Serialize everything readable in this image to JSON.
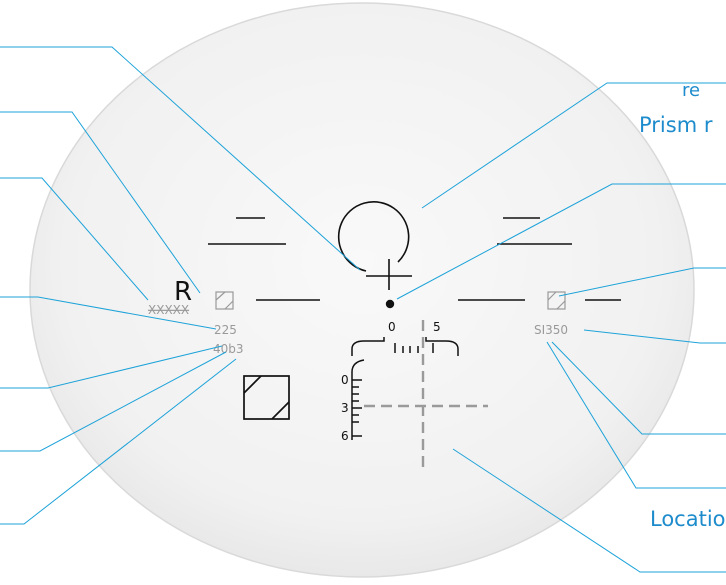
{
  "lens": {
    "side_letter": "R",
    "engraving_left_code": "XXXXX",
    "engraving_left_number": "225",
    "engraving_left_code2": "40b3",
    "engraving_right_code": "SI350",
    "scale_top": [
      "0",
      "5"
    ],
    "scale_left": [
      "0",
      "3",
      "6"
    ]
  },
  "callouts_right": {
    "label_top_fragment": "re",
    "prism_label_fragment": "Prism r",
    "location_label_fragment": "Locatio"
  },
  "colors": {
    "leader_line": "#1ea3d9",
    "label_text": "#1e8ccc",
    "markings": "#111111",
    "engraving": "#9a9a9a",
    "fitting_cross": "#9a9a9a",
    "lens_fill": "#ececec"
  },
  "icons": {
    "progression_symbol": "square-with-diagonal-icon"
  }
}
